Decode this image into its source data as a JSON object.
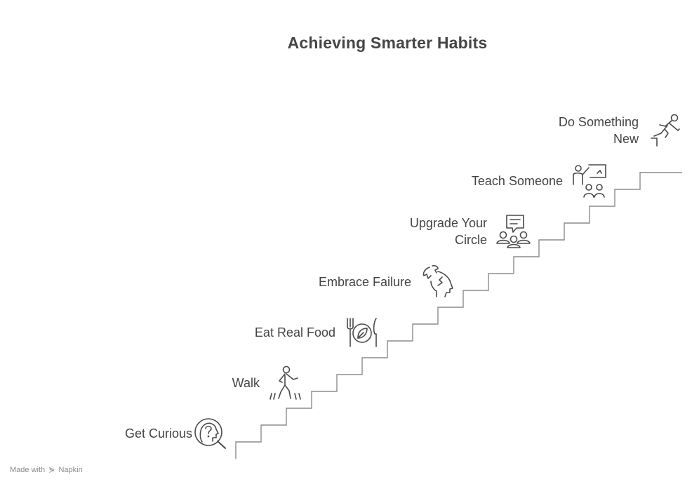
{
  "title": "Achieving Smarter Habits",
  "steps": [
    {
      "label": "Get Curious",
      "icon": "curious-head-question-icon"
    },
    {
      "label": "Walk",
      "icon": "walking-person-icon"
    },
    {
      "label": "Eat Real Food",
      "icon": "plate-fork-knife-icon"
    },
    {
      "label": "Embrace Failure",
      "icon": "broken-head-icon"
    },
    {
      "label": "Upgrade Your",
      "label2": "Circle",
      "icon": "group-chat-icon"
    },
    {
      "label": "Teach Someone",
      "icon": "teacher-board-icon"
    },
    {
      "label": "Do Something",
      "label2": "New",
      "icon": "jumping-person-icon"
    }
  ],
  "footer": {
    "made_with": "Made with",
    "brand": "Napkin"
  },
  "colors": {
    "stroke": "#8c8c8c",
    "text": "#444444",
    "icon": "#4a4a4a"
  }
}
